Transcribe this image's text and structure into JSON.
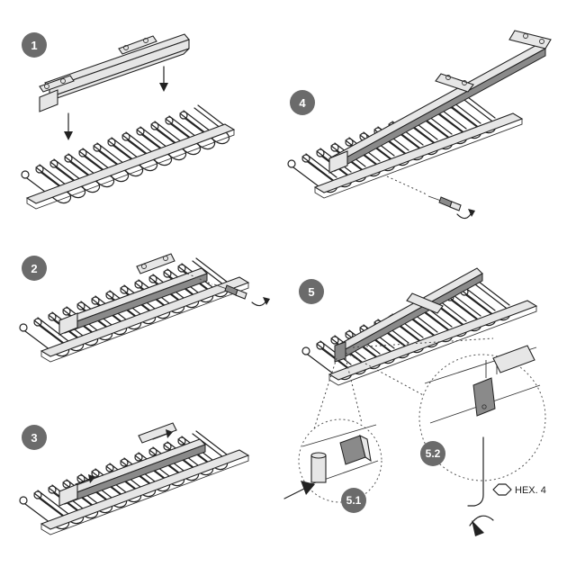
{
  "steps": [
    {
      "label": "1"
    },
    {
      "label": "2"
    },
    {
      "label": "3"
    },
    {
      "label": "4"
    },
    {
      "label": "5"
    }
  ],
  "details": [
    {
      "label": "5.1"
    },
    {
      "label": "5.2"
    }
  ],
  "tool": {
    "label": "HEX. 4"
  },
  "colors": {
    "badge": "#6b6b6b",
    "line": "#222222",
    "rail": "#e6e6e6",
    "part": "#8a8a8a"
  }
}
